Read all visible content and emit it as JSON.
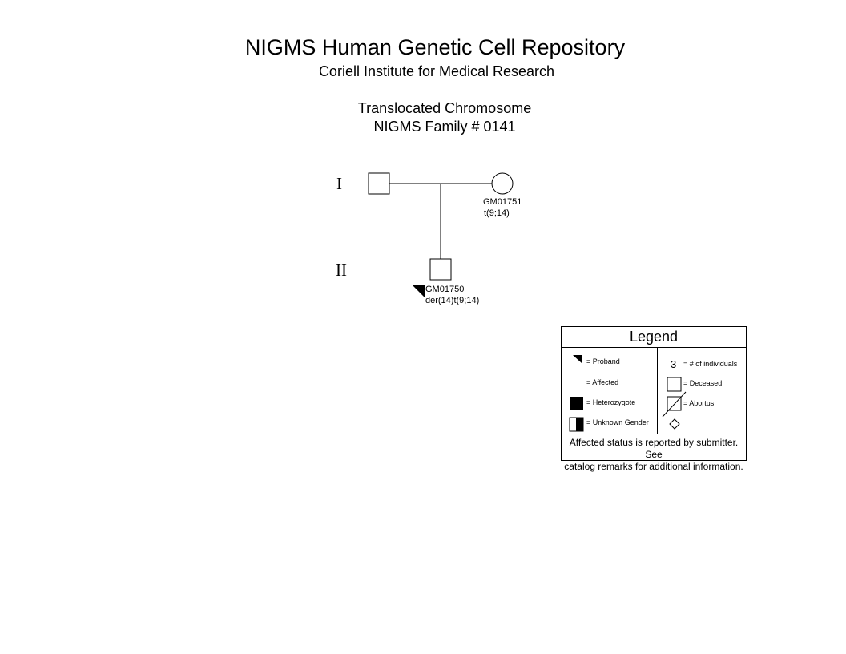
{
  "header": {
    "title": "NIGMS Human Genetic Cell Repository",
    "subtitle": "Coriell Institute for Medical Research"
  },
  "chart": {
    "title_line1": "Translocated Chromosome",
    "title_line2": "NIGMS Family # 0141"
  },
  "pedigree": {
    "generations": [
      "I",
      "II"
    ],
    "individuals": [
      {
        "generation": "I",
        "sex": "male",
        "affected": false,
        "proband": false,
        "id": "",
        "karyotype": ""
      },
      {
        "generation": "I",
        "sex": "female",
        "affected": false,
        "proband": false,
        "id": "GM01751",
        "karyotype": "t(9;14)"
      },
      {
        "generation": "II",
        "sex": "male",
        "affected": false,
        "proband": true,
        "id": "GM01750",
        "karyotype": "der(14)t(9;14)"
      }
    ]
  },
  "legend": {
    "title": "Legend",
    "proband": "= Proband",
    "affected": "= Affected",
    "heterozygote": "= Heterozygote",
    "unknown_gender": "= Unknown Gender",
    "count_value": "3",
    "count": "= # of individuals",
    "deceased": "= Deceased",
    "abortus": "= Abortus",
    "note_line1": "Affected status is reported by submitter. See",
    "note_line2": "catalog remarks for additional information."
  }
}
